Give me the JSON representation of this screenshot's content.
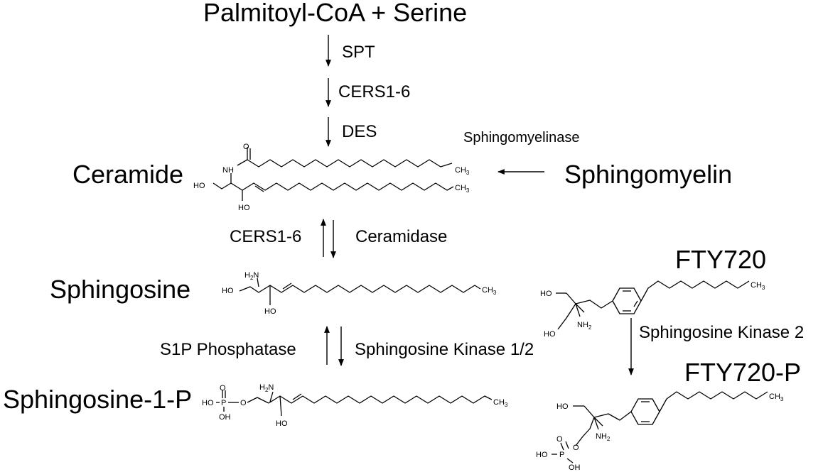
{
  "start_label": "Palmitoyl-CoA + Serine",
  "enzymes": {
    "spt": "SPT",
    "cers_down": "CERS1-6",
    "des": "DES",
    "sphingomyelinase": "Sphingomyelinase",
    "cers_up": "CERS1-6",
    "ceramidase": "Ceramidase",
    "s1p_phosphatase": "S1P Phosphatase",
    "sphk12": "Sphingosine Kinase 1/2",
    "sphk2": "Sphingosine Kinase 2"
  },
  "compounds": {
    "ceramide": "Ceramide",
    "sphingomyelin": "Sphingomyelin",
    "sphingosine": "Sphingosine",
    "s1p": "Sphingosine-1-P",
    "fty720": "FTY720",
    "fty720p": "FTY720-P"
  },
  "atoms": {
    "O": "O",
    "NH": "NH",
    "HO": "HO",
    "OH": "OH",
    "P": "P",
    "CH": "CH",
    "H": "H",
    "N": "N",
    "NH2_base": "NH",
    "sub3": "3",
    "sub2": "2"
  },
  "colors": {
    "ink": "#000000",
    "background": "#ffffff"
  }
}
